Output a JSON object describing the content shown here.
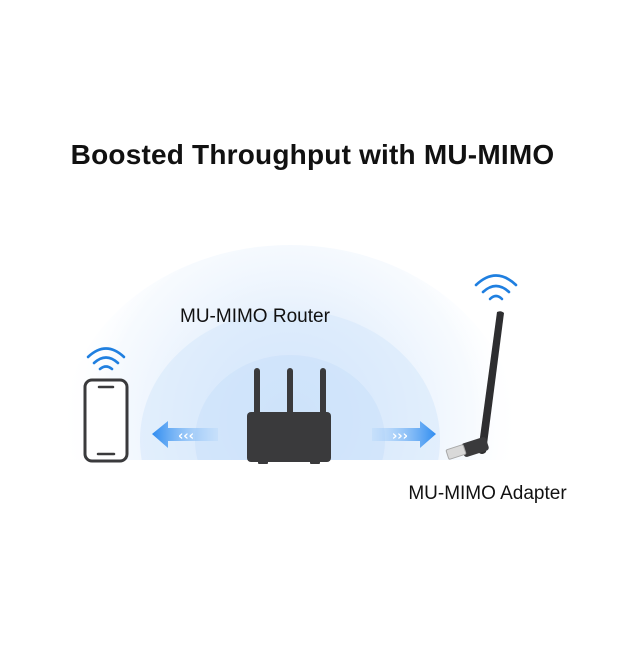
{
  "title": "Boosted Throughput with MU-MIMO",
  "labels": {
    "router": "MU-MIMO Router",
    "adapter": "MU-MIMO Adapter"
  },
  "arrows": {
    "left_glyph": "‹‹‹",
    "right_glyph": "›››"
  },
  "icons": {
    "phone": "smartphone-icon",
    "router": "router-icon",
    "adapter": "usb-wifi-adapter-icon",
    "wifi": "wifi-icon"
  },
  "colors": {
    "device": "#3a3a3c",
    "wifi": "#1f7fe0",
    "arrow": "#2f8cf0",
    "halo": "#dbe9fb"
  }
}
